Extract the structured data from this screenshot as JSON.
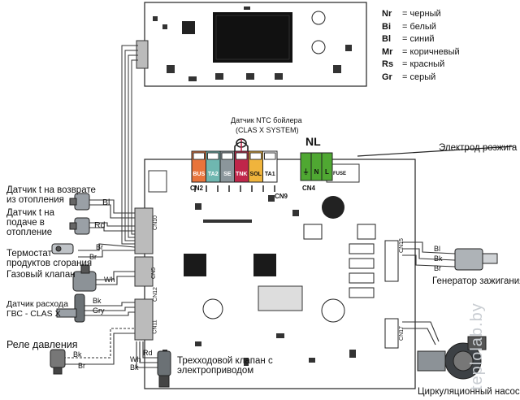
{
  "legend": [
    {
      "code": "Nr",
      "sep": "=",
      "name": "черный"
    },
    {
      "code": "Bi",
      "sep": "=",
      "name": "белый"
    },
    {
      "code": "Bl",
      "sep": "=",
      "name": "синий"
    },
    {
      "code": "Mr",
      "sep": "=",
      "name": "коричневый"
    },
    {
      "code": "Rs",
      "sep": "=",
      "name": "красный"
    },
    {
      "code": "Gr",
      "sep": "=",
      "name": "серый"
    }
  ],
  "labels": {
    "ntc_boiler": "Датчик NTC бойлера",
    "ntc_boiler_sub": "(CLAS X SYSTEM)",
    "nl": "NL",
    "electrode": "Электрод розжига",
    "return_sensor_1": "Датчик t на возврате",
    "return_sensor_2": "из отопления",
    "supply_sensor_1": "Датчик t на",
    "supply_sensor_2": "подаче в",
    "supply_sensor_3": "отопление",
    "thermostat_1": "Термостат",
    "thermostat_2": "продуктов сгорания",
    "gas_valve": "Газовый клапан",
    "flow_sensor_1": "Датчик расхода",
    "flow_sensor_2": "ГВС - CLAS X",
    "pressure_relay": "Реле давления",
    "three_way_1": "Трехходовой клапан с",
    "three_way_2": "электроприводом",
    "ignition_gen": "Генератор зажигания",
    "pump": "Циркуляционный насос",
    "watermark": "teplolab.by"
  },
  "connectors": {
    "cn2": "CN2",
    "cn9": "CN9",
    "cn4": "CN4",
    "cn10": "CN10",
    "cn5": "CN5",
    "cn12": "CN12",
    "cn11": "CN11",
    "cn15": "CN15",
    "cn17": "CN17",
    "fuse": "FUSE"
  },
  "terminals": [
    {
      "label": "BUS",
      "color": "#e8743b"
    },
    {
      "label": "TA2",
      "color": "#6fb7b0"
    },
    {
      "label": "SE",
      "color": "#8b969b"
    },
    {
      "label": "TNK",
      "color": "#c0264a"
    },
    {
      "label": "SOL",
      "color": "#f0b43c"
    },
    {
      "label": "TA1",
      "color": "#ffffff"
    }
  ],
  "power_terminals": [
    "⏚",
    "N",
    "L"
  ],
  "wires": {
    "bl": "Bl",
    "rd": "Rd",
    "br": "Br",
    "wh": "Wh",
    "bk": "Bk",
    "gry": "Gry"
  },
  "colors": {
    "terminal_green": "#4fa832",
    "board": "#ffffff",
    "line": "#1a1a1a"
  }
}
